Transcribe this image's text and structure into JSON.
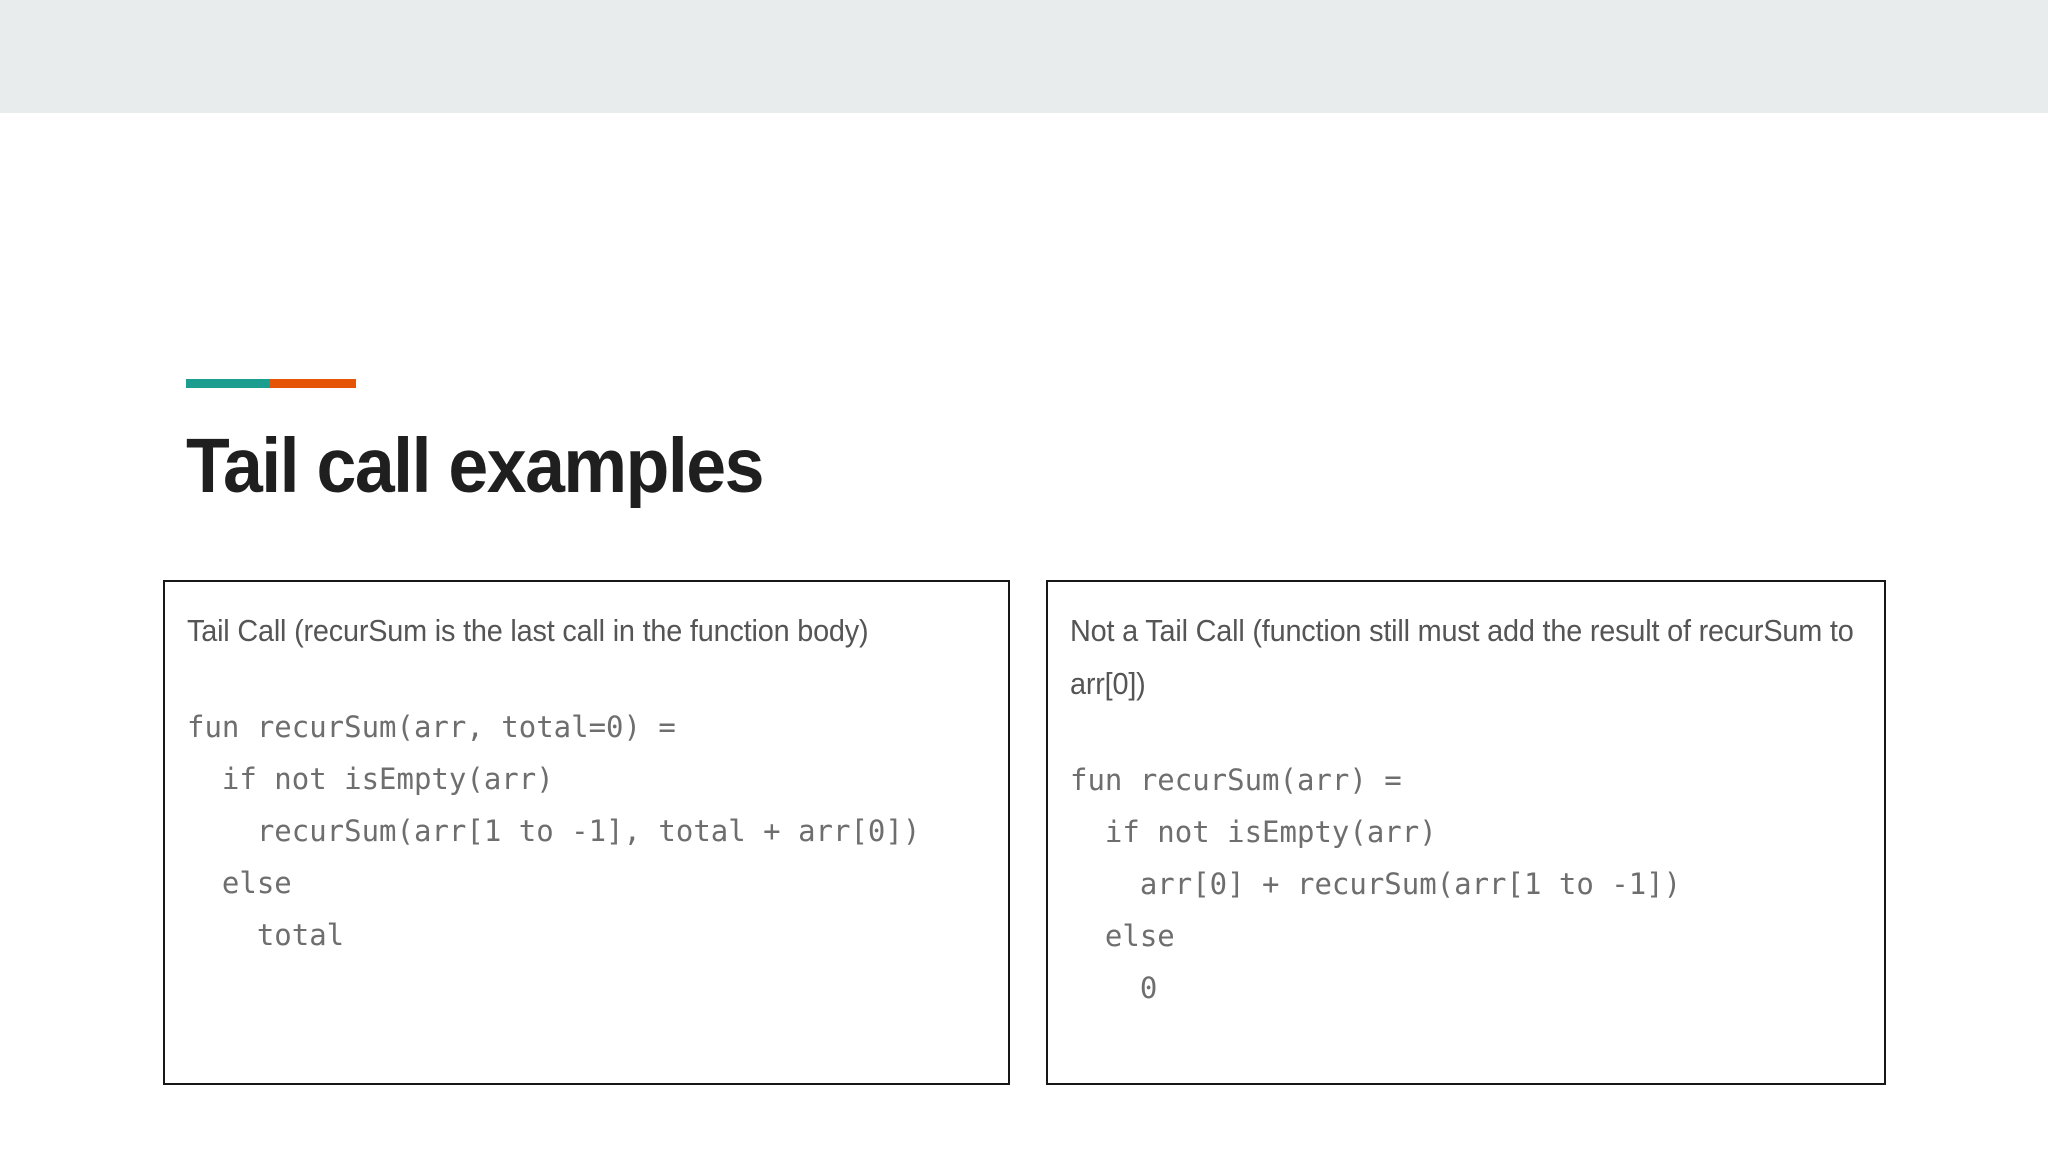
{
  "slide": {
    "title": "Tail call examples",
    "accent_rule": {
      "left_color": "#1b9e8f",
      "right_color": "#e55505"
    },
    "header_band_color": "#e8ecec",
    "title_color": "#1f1f1f",
    "box_border_color": "#171717",
    "caption_color": "#555555",
    "code_color": "#6e6e6e"
  },
  "examples": [
    {
      "caption": "Tail Call (recurSum is the last call in the function body)",
      "code": "fun recurSum(arr, total=0) =\n  if not isEmpty(arr)\n    recurSum(arr[1 to -1], total + arr[0])\n  else\n    total"
    },
    {
      "caption": "Not a Tail Call (function still must add the result of recurSum to arr[0])",
      "code": "fun recurSum(arr) =\n  if not isEmpty(arr)\n    arr[0] + recurSum(arr[1 to -1])\n  else\n    0"
    }
  ]
}
